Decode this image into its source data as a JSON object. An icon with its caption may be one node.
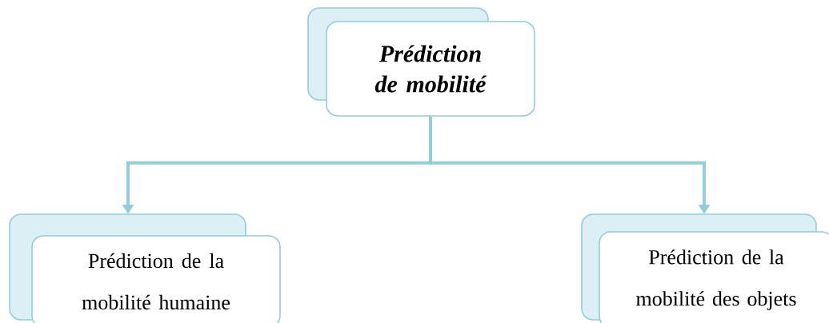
{
  "diagram": {
    "nodes": [
      {
        "text": [
          "Prédiction de mobilité"
        ]
      },
      {
        "text": [
          "Prédiction de la mobilité humaine"
        ]
      },
      {
        "text": [
          "Prédiction de la mobilité des objets"
        ]
      }
    ],
    "edges": [
      {
        "from": 0,
        "to": 1,
        "arrow": "to"
      },
      {
        "from": 0,
        "to": 2,
        "arrow": "to"
      }
    ]
  }
}
